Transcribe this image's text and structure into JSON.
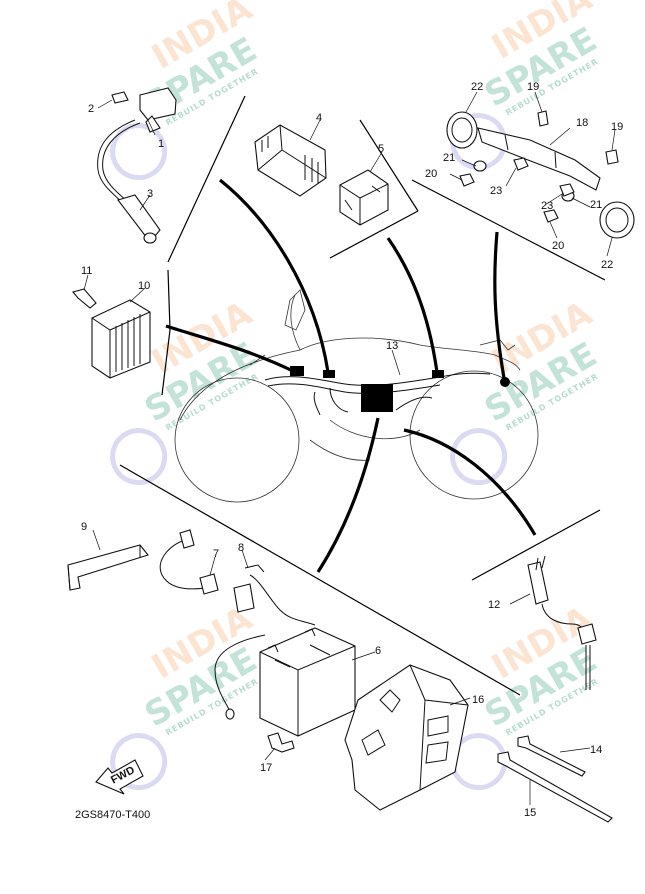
{
  "diagram": {
    "code": "2GS8470-T400",
    "fwd_label": "FWD",
    "callouts": {
      "c1": "1",
      "c2": "2",
      "c3": "3",
      "c4": "4",
      "c5": "5",
      "c6": "6",
      "c7": "7",
      "c8": "8",
      "c9": "9",
      "c10": "10",
      "c11": "11",
      "c12": "12",
      "c13": "13",
      "c14": "14",
      "c15": "15",
      "c16": "16",
      "c17": "17",
      "c18": "18",
      "c19a": "19",
      "c19b": "19",
      "c20a": "20",
      "c20b": "20",
      "c21a": "21",
      "c21b": "21",
      "c22a": "22",
      "c22b": "22",
      "c23a": "23",
      "c23b": "23"
    }
  },
  "watermark": {
    "line1": "INDIA",
    "line2": "SPARE",
    "tagline": "REBUILD TOGETHER",
    "color_primary": "#f4a261",
    "color_secondary": "#2a9d7a",
    "color_icon": "#6c6fd1"
  }
}
